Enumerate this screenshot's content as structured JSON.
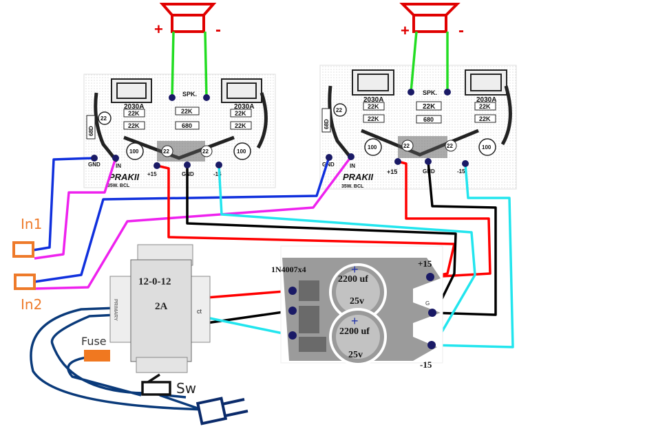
{
  "speakers": {
    "left": {
      "plus": "+",
      "minus": "-"
    },
    "right": {
      "plus": "+",
      "minus": "-"
    }
  },
  "amp_board": {
    "spk": "SPK.",
    "chip": "2030A",
    "r_22k": "22K",
    "r_680": "680",
    "r_68d": "68D",
    "r_22": "22",
    "c_22": "22",
    "c_100": "100",
    "gnd": "GND",
    "in": "IN",
    "plus15": "+15",
    "gnd2": "GND",
    "minus15": "-15",
    "brand": "PRAKII",
    "rating": "35W. BCL"
  },
  "inputs": {
    "in1": "In1",
    "in2": "In2"
  },
  "transformer": {
    "voltage": "12-0-12",
    "current": "2A",
    "primary": "PRIMARY",
    "ct": "ct"
  },
  "psu": {
    "diodes": "1N4007x4",
    "cap1_value": "2200 uf",
    "cap1_voltage": "25v",
    "cap2_value": "2200 uf",
    "cap2_voltage": "25v",
    "plus15": "+15",
    "minus15": "-15",
    "gnd": "G"
  },
  "labels": {
    "fuse": "Fuse",
    "switch": "Sw"
  },
  "colors": {
    "speaker_wire": "#22dd22",
    "positive": "#ff0000",
    "negative_rail": "#22e5ee",
    "ground": "#000000",
    "input_ground": "#1030dd",
    "input_signal": "#ee22ee",
    "mains": "#0a3a7a",
    "fuse": "#f07820",
    "input_box": "#ee7a2a"
  }
}
